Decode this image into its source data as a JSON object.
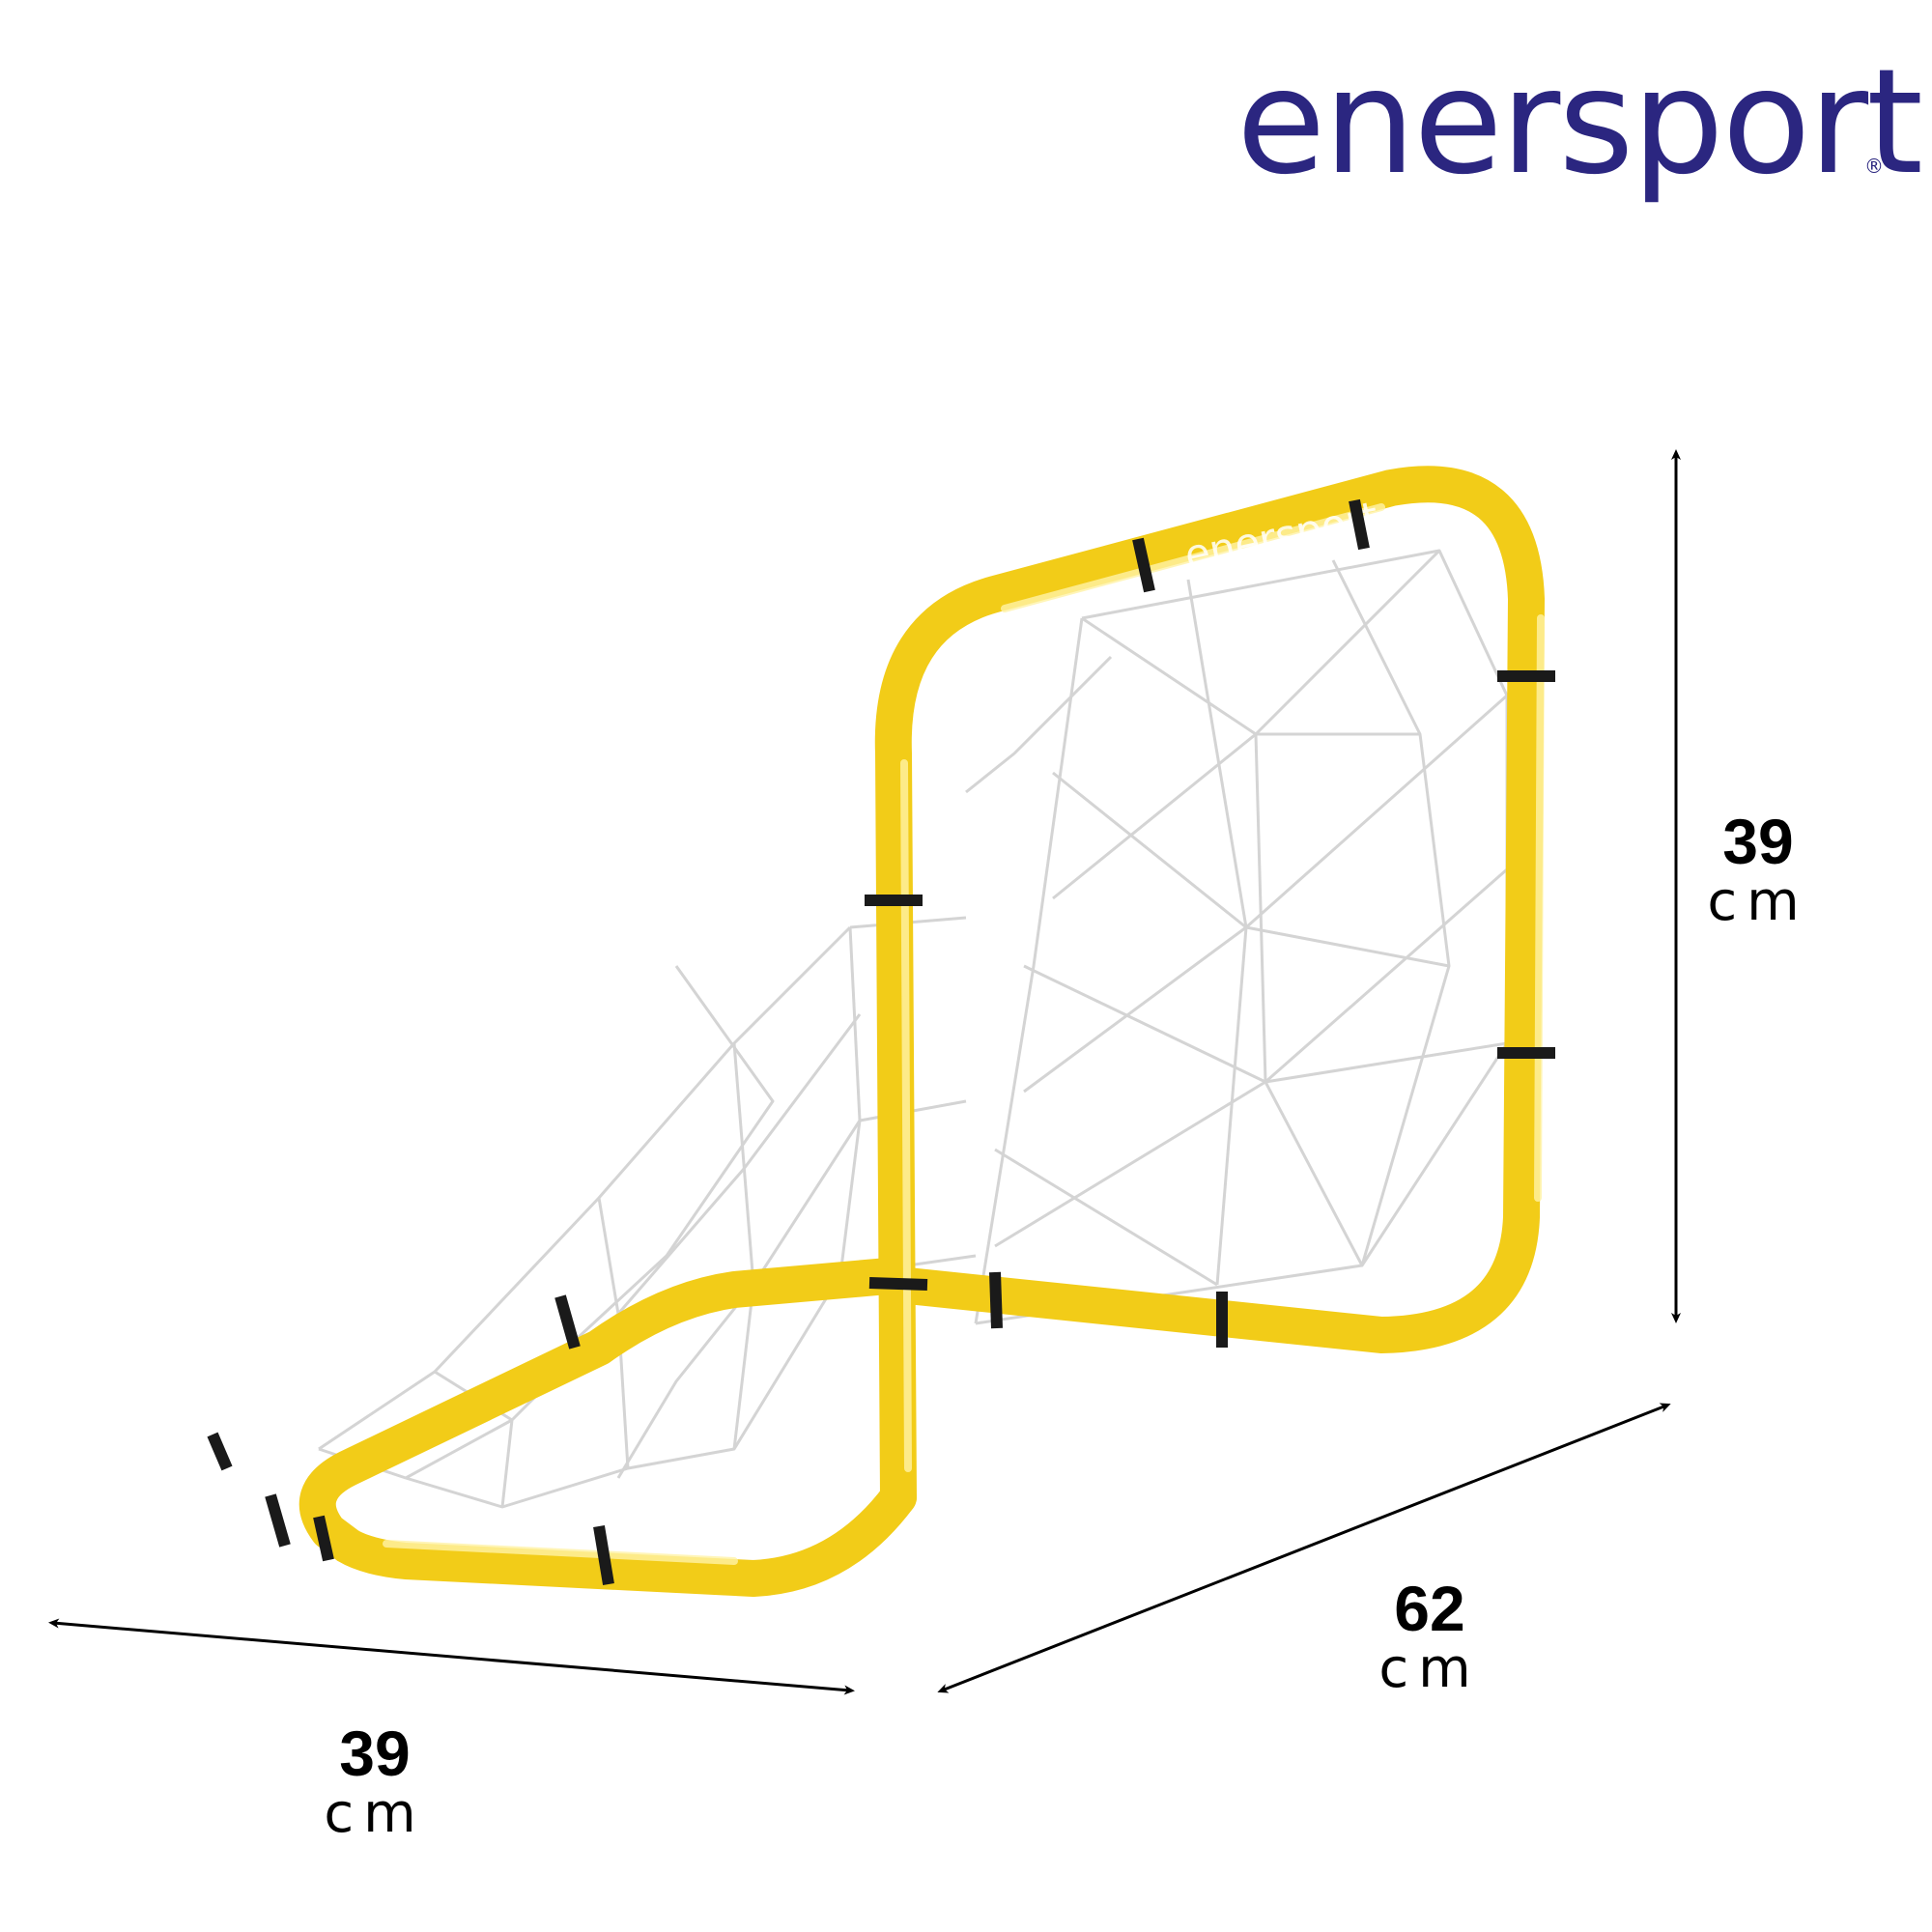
{
  "brand": {
    "name": "enersport",
    "reg_mark": "®",
    "color": "#2b2680"
  },
  "product": {
    "frame_color": "#f7d51d",
    "strap_color": "#1a1a1a",
    "net_color": "#d9d9d9",
    "frame_logo": "enersport"
  },
  "dimensions": {
    "height": {
      "value": "39",
      "unit": "cm"
    },
    "depth": {
      "value": "62",
      "unit": "cm"
    },
    "width": {
      "value": "39",
      "unit": "cm"
    }
  }
}
